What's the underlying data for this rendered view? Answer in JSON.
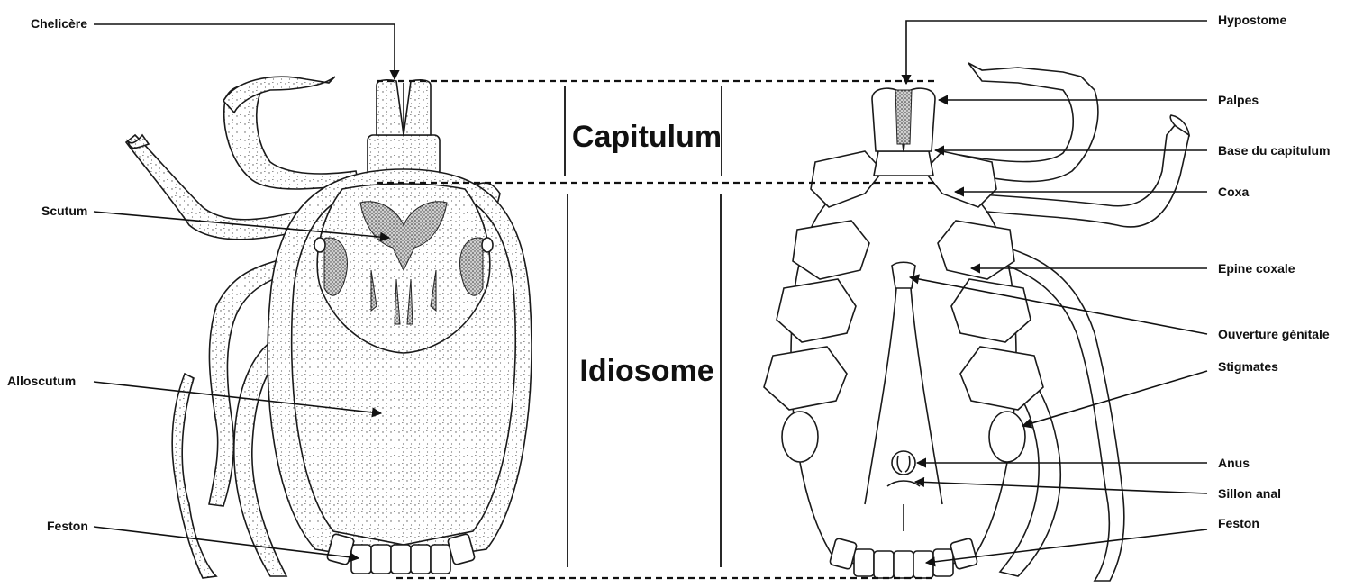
{
  "sections": {
    "capitulum": "Capitulum",
    "idiosome": "Idiosome"
  },
  "labels_left": {
    "chelicere": "Chelicère",
    "scutum": "Scutum",
    "alloscutum": "Alloscutum",
    "feston": "Feston"
  },
  "labels_right": {
    "hypostome": "Hypostome",
    "palpes": "Palpes",
    "base_capitulum": "Base du capitulum",
    "coxa": "Coxa",
    "epine_coxale": "Epine coxale",
    "ouverture_genitale": "Ouverture génitale",
    "stigmates": "Stigmates",
    "anus": "Anus",
    "sillon_anal": "Sillon anal",
    "feston": "Feston"
  }
}
